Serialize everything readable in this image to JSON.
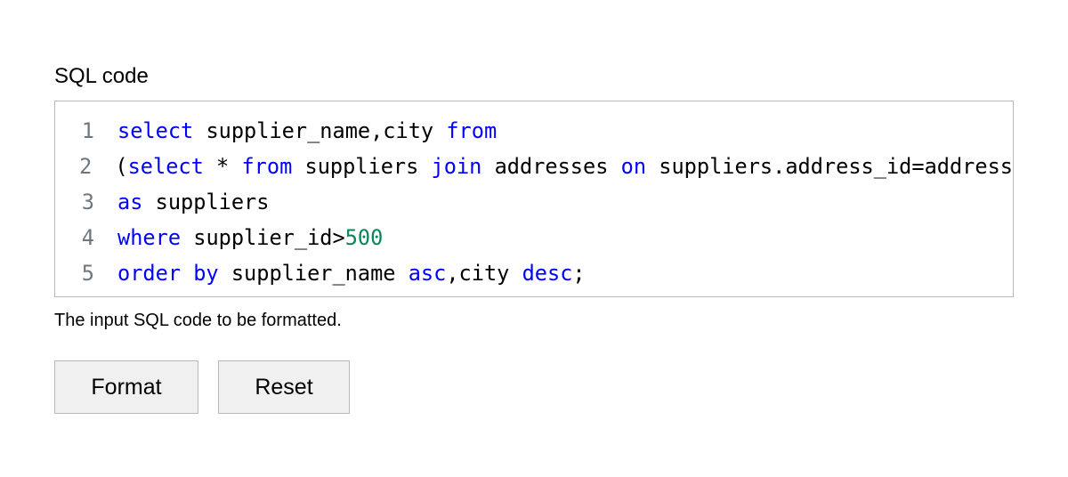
{
  "field": {
    "label": "SQL code",
    "help_text": "The input SQL code to be formatted."
  },
  "editor": {
    "lines": [
      {
        "number": "1",
        "tokens": [
          {
            "t": "select",
            "k": "kw"
          },
          {
            "t": " supplier_name,city ",
            "k": ""
          },
          {
            "t": "from",
            "k": "kw"
          }
        ]
      },
      {
        "number": "2",
        "tokens": [
          {
            "t": "(",
            "k": ""
          },
          {
            "t": "select",
            "k": "kw"
          },
          {
            "t": " * ",
            "k": ""
          },
          {
            "t": "from",
            "k": "kw"
          },
          {
            "t": " suppliers ",
            "k": ""
          },
          {
            "t": "join",
            "k": "kw"
          },
          {
            "t": " addresses ",
            "k": ""
          },
          {
            "t": "on",
            "k": "kw"
          },
          {
            "t": " suppliers.address_id=address",
            "k": ""
          }
        ]
      },
      {
        "number": "3",
        "tokens": [
          {
            "t": "as",
            "k": "kw"
          },
          {
            "t": " suppliers",
            "k": ""
          }
        ]
      },
      {
        "number": "4",
        "tokens": [
          {
            "t": "where",
            "k": "kw"
          },
          {
            "t": " supplier_id>",
            "k": ""
          },
          {
            "t": "500",
            "k": "num"
          }
        ]
      },
      {
        "number": "5",
        "tokens": [
          {
            "t": "order by",
            "k": "kw"
          },
          {
            "t": " supplier_name ",
            "k": ""
          },
          {
            "t": "asc",
            "k": "kw"
          },
          {
            "t": ",city ",
            "k": ""
          },
          {
            "t": "desc",
            "k": "kw"
          },
          {
            "t": ";",
            "k": ""
          }
        ]
      }
    ],
    "colors": {
      "keyword": "#0000ff",
      "number": "#098658",
      "line_number": "#6e7781"
    }
  },
  "buttons": {
    "format": "Format",
    "reset": "Reset"
  }
}
